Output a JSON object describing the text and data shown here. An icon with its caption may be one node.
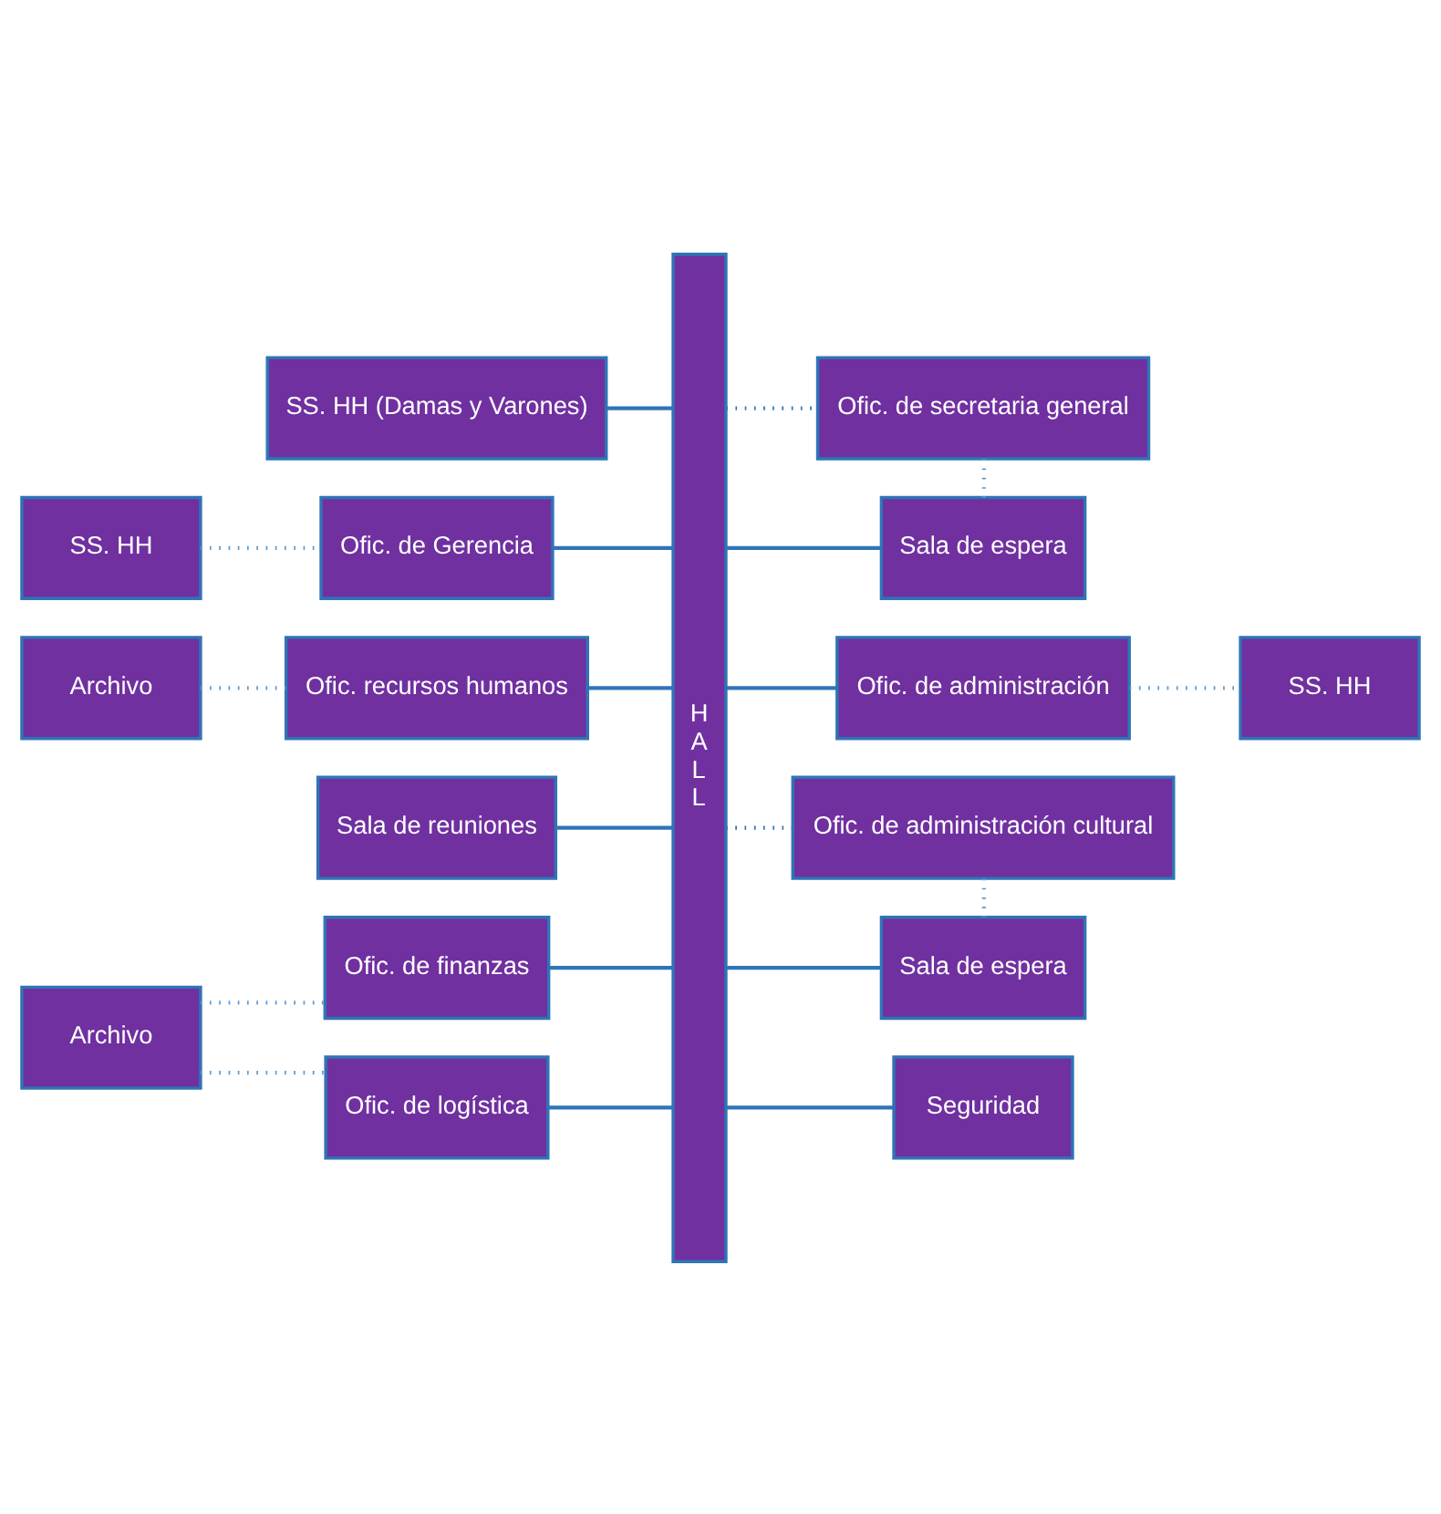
{
  "diagram": {
    "nodes": [
      {
        "text": [
          "HALL"
        ]
      },
      {
        "text": [
          "SS. HH (Damas y Varones)"
        ]
      },
      {
        "text": [
          "SS. HH"
        ]
      },
      {
        "text": [
          "Ofic. de Gerencia"
        ]
      },
      {
        "text": [
          "Archivo"
        ]
      },
      {
        "text": [
          "Ofic. recursos humanos"
        ]
      },
      {
        "text": [
          "Sala de reuniones"
        ]
      },
      {
        "text": [
          "Ofic. de finanzas"
        ]
      },
      {
        "text": [
          "Archivo"
        ]
      },
      {
        "text": [
          "Ofic. de logística"
        ]
      },
      {
        "text": [
          "Ofic. de secretaria general"
        ]
      },
      {
        "text": [
          "Sala de espera"
        ]
      },
      {
        "text": [
          "Ofic. de administración"
        ]
      },
      {
        "text": [
          "SS. HH"
        ]
      },
      {
        "text": [
          "Ofic. de administración cultural"
        ]
      },
      {
        "text": [
          "Sala de espera"
        ]
      },
      {
        "text": [
          "Seguridad"
        ]
      }
    ],
    "edges": [
      {
        "from": 1,
        "to": 0,
        "arrow": "none"
      },
      {
        "from": 2,
        "to": 3,
        "arrow": "none",
        "style": "dashed",
        "color": "#5b9bd5"
      },
      {
        "from": 3,
        "to": 0,
        "arrow": "none"
      },
      {
        "from": 4,
        "to": 5,
        "arrow": "none",
        "style": "dashed",
        "color": "#5b9bd5"
      },
      {
        "from": 5,
        "to": 0,
        "arrow": "none"
      },
      {
        "from": 6,
        "to": 0,
        "arrow": "none"
      },
      {
        "from": 8,
        "to": 7,
        "arrow": "none",
        "style": "dashed",
        "color": "#5b9bd5"
      },
      {
        "from": 7,
        "to": 0,
        "arrow": "none"
      },
      {
        "from": 8,
        "to": 9,
        "arrow": "none",
        "style": "dashed",
        "color": "#5b9bd5"
      },
      {
        "from": 9,
        "to": 0,
        "arrow": "none"
      },
      {
        "from": 0,
        "to": 10,
        "arrow": "none",
        "style": "dashed"
      },
      {
        "from": 10,
        "to": 11,
        "arrow": "none",
        "style": "dashed",
        "color": "#5b9bd5"
      },
      {
        "from": 0,
        "to": 11,
        "arrow": "none"
      },
      {
        "from": 0,
        "to": 12,
        "arrow": "none"
      },
      {
        "from": 12,
        "to": 13,
        "arrow": "none",
        "style": "dashed",
        "color": "#5b9bd5"
      },
      {
        "from": 0,
        "to": 14,
        "arrow": "none",
        "style": "dashed"
      },
      {
        "from": 14,
        "to": 15,
        "arrow": "none",
        "style": "dashed",
        "color": "#5b9bd5"
      },
      {
        "from": 0,
        "to": 15,
        "arrow": "none"
      },
      {
        "from": 0,
        "to": 16,
        "arrow": "none"
      }
    ]
  }
}
